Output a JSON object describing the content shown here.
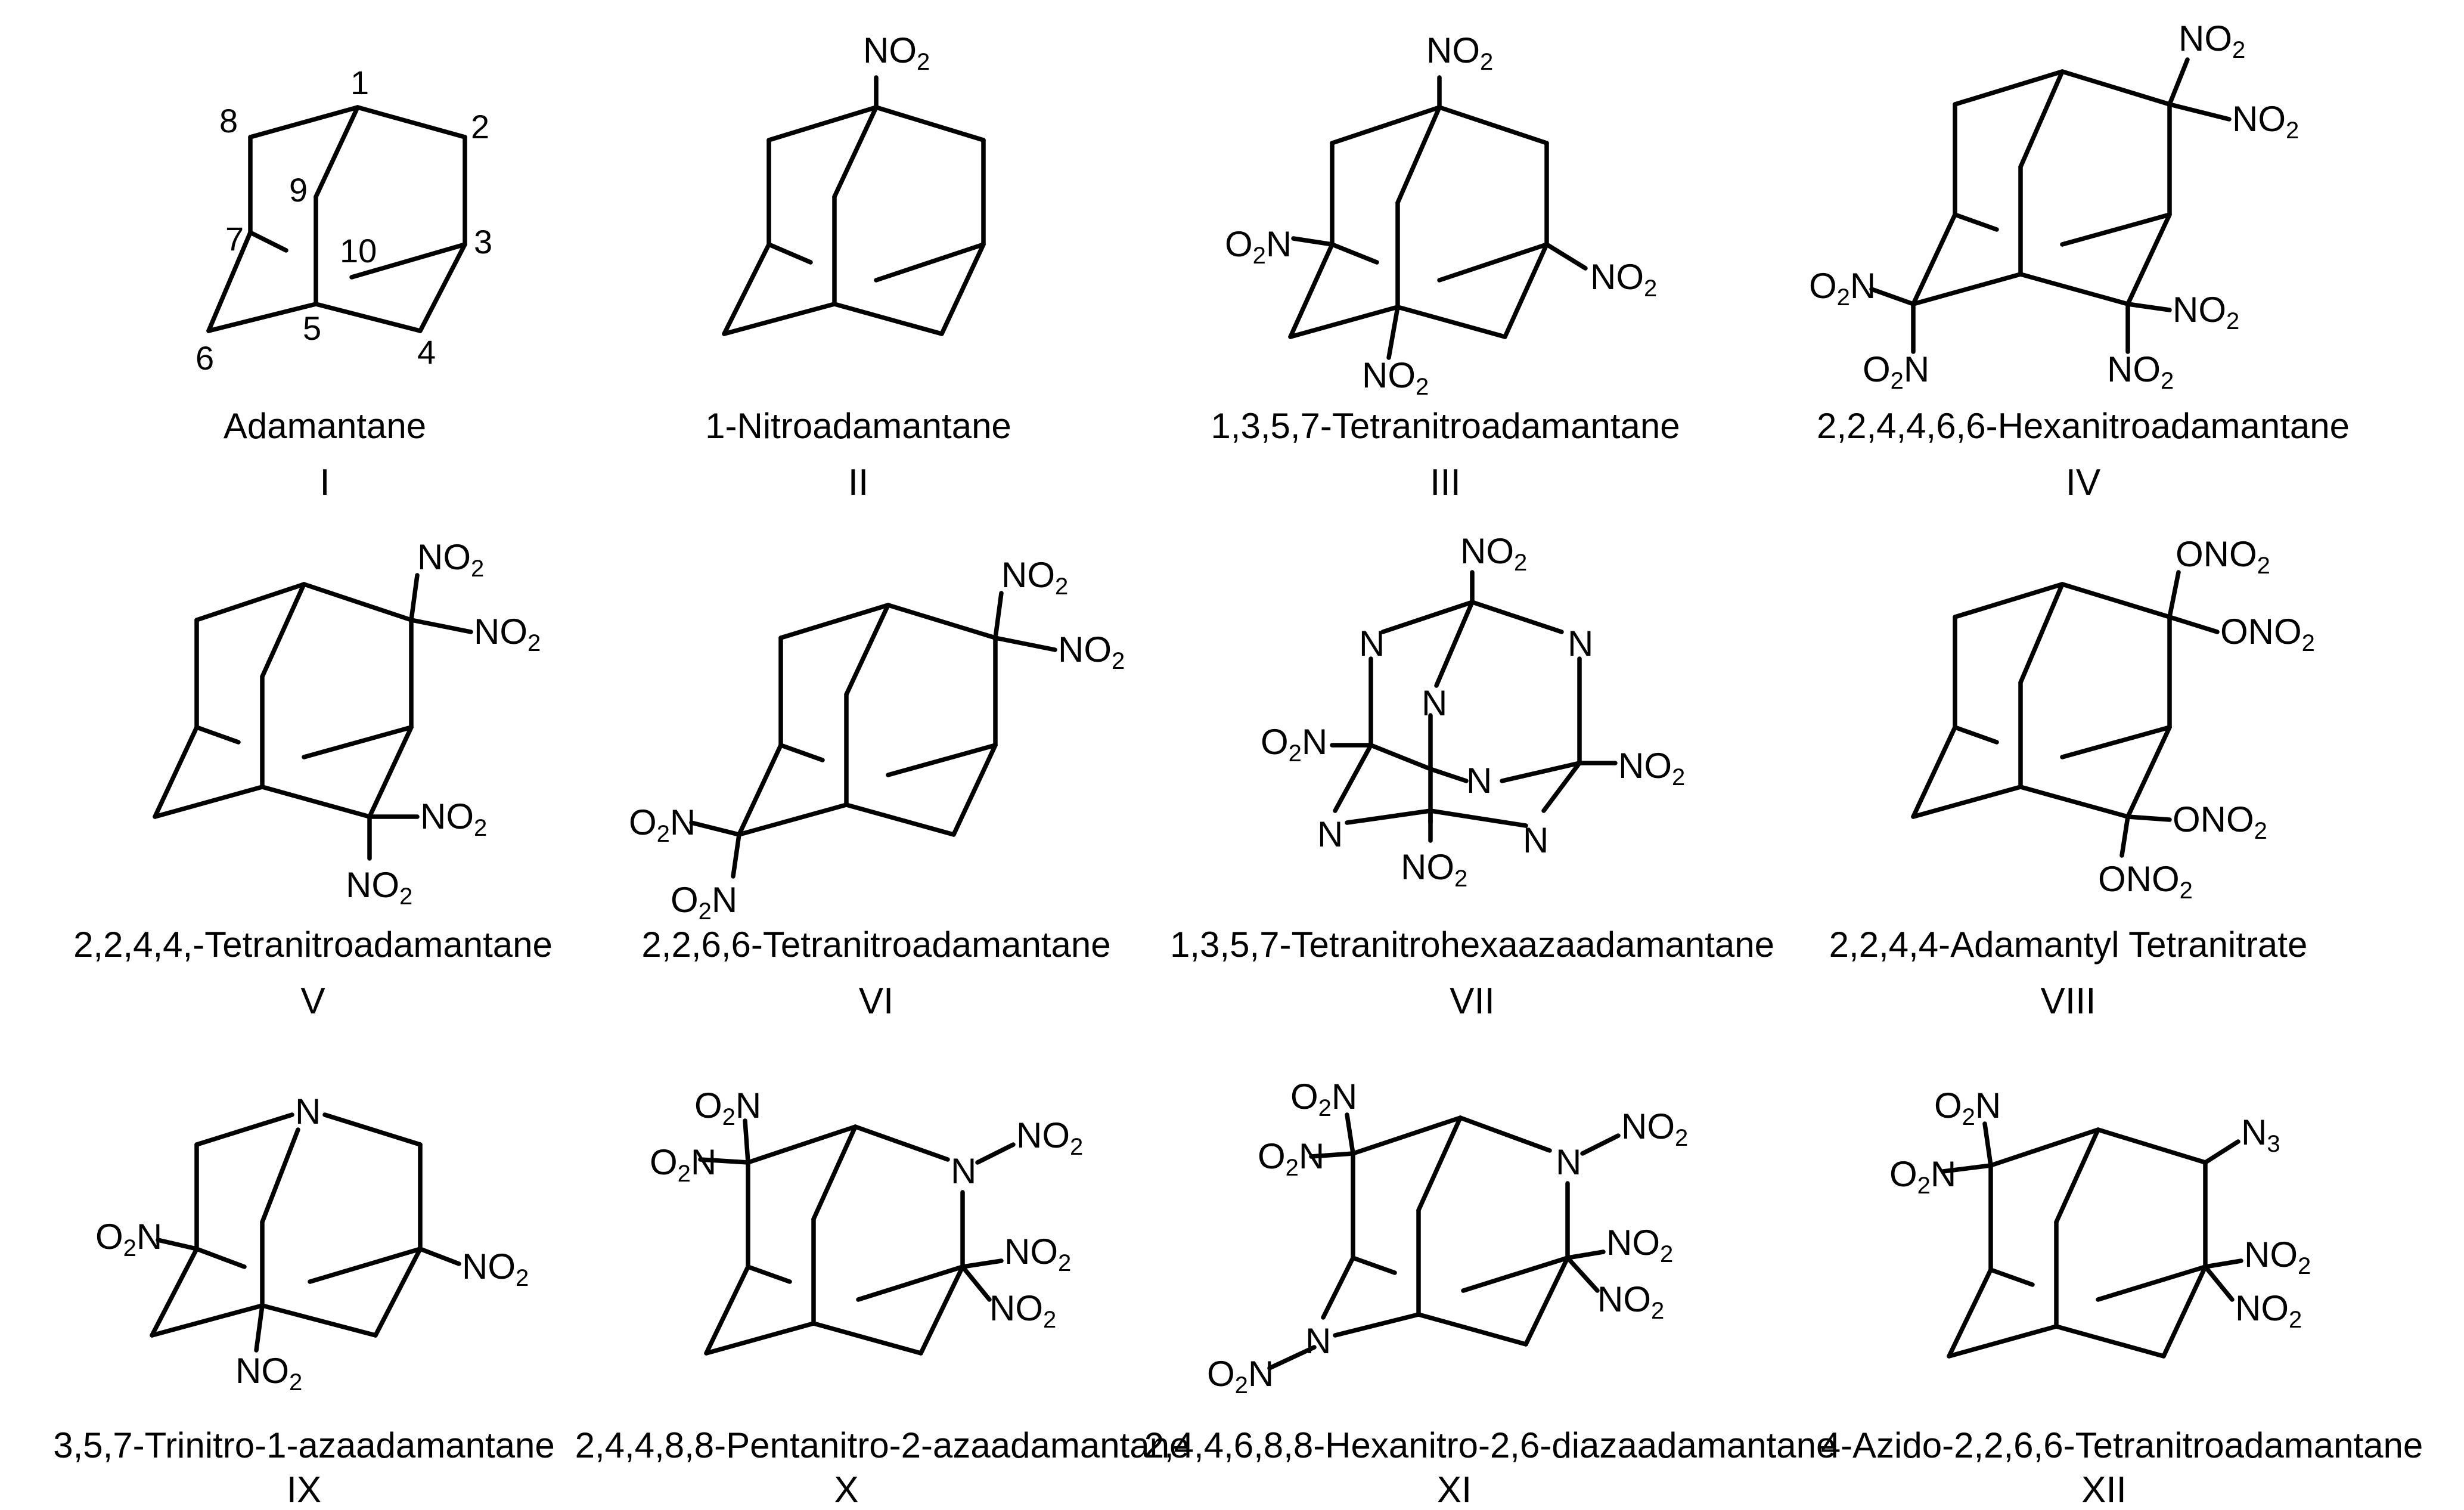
{
  "compounds": [
    {
      "name": "Adamantane",
      "numeral": "I"
    },
    {
      "name": "1-Nitroadamantane",
      "numeral": "II"
    },
    {
      "name": "1,3,5,7-Tetranitroadamantane",
      "numeral": "III"
    },
    {
      "name": "2,2,4,4,6,6-Hexanitroadamantane",
      "numeral": "IV"
    },
    {
      "name": "2,2,4,4,-Tetranitroadamantane",
      "numeral": "V"
    },
    {
      "name": "2,2,6,6-Tetranitroadamantane",
      "numeral": "VI"
    },
    {
      "name": "1,3,5,7-Tetranitrohexaazaadamantane",
      "numeral": "VII"
    },
    {
      "name": "2,2,4,4-Adamantyl Tetranitrate",
      "numeral": "VIII"
    },
    {
      "name": "3,5,7-Trinitro-1-azaadamantane",
      "numeral": "IX"
    },
    {
      "name": "2,4,4,8,8-Pentanitro-2-azaadamantane",
      "numeral": "X"
    },
    {
      "name": "2,4,4,6,8,8-Hexanitro-2,6-diazaadamantane",
      "numeral": "XI"
    },
    {
      "name": "4-Azido-2,2,6,6-Tetranitroadamantane",
      "numeral": "XII"
    }
  ],
  "atom_labels": {
    "nitro": "NO",
    "nitro_left": "O",
    "nitro_left_tail": "N",
    "nitrate": "ONO",
    "nitrate_lower": "ONO",
    "nitrogen": "N",
    "azide": "N",
    "sub_two": "2",
    "sub_three": "3"
  },
  "position_numbers": [
    "1",
    "2",
    "3",
    "4",
    "5",
    "6",
    "7",
    "8",
    "9",
    "10"
  ]
}
